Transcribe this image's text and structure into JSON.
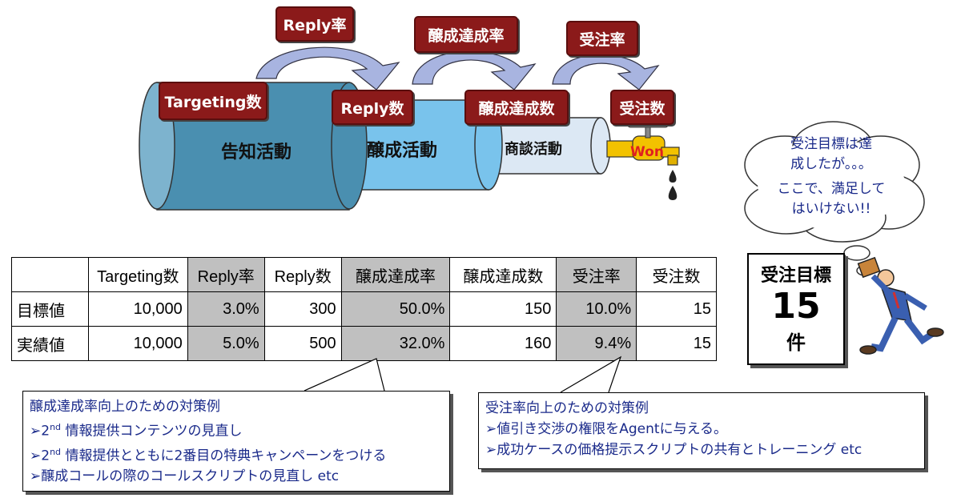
{
  "funnel": {
    "stages": [
      "告知活動",
      "醸成活動",
      "商談活動"
    ],
    "faucet_label": "Won",
    "labels": {
      "targeting_count": "Targeting数",
      "reply_rate": "Reply率",
      "reply_count": "Reply数",
      "nurture_rate": "醸成達成率",
      "nurture_count": "醸成達成数",
      "order_rate": "受注率",
      "order_count": "受注数"
    }
  },
  "thought": {
    "line1": "受注目標は達",
    "line2": "成したが。。。",
    "line3": "ここで、満足して",
    "line4": "はいけない!!"
  },
  "table": {
    "headers": [
      "",
      "Targeting数",
      "Reply率",
      "Reply数",
      "醸成達成率",
      "醸成達成数",
      "受注率",
      "受注数"
    ],
    "rows": [
      {
        "label": "目標値",
        "values": [
          "10,000",
          "3.0%",
          "300",
          "50.0%",
          "150",
          "10.0%",
          "15"
        ]
      },
      {
        "label": "実績値",
        "values": [
          "10,000",
          "5.0%",
          "500",
          "32.0%",
          "160",
          "9.4%",
          "15"
        ]
      }
    ]
  },
  "target_box": {
    "title": "受注目標",
    "value": "15",
    "unit": "件"
  },
  "callout_left": {
    "title": "醸成達成率向上のための対策例",
    "items": [
      {
        "prefix": "2",
        "sup": "nd",
        "text": " 情報提供コンテンツの見直し"
      },
      {
        "prefix": "2",
        "sup": "nd",
        "text": " 情報提供とともに2番目の特典キャンペーンをつける"
      },
      {
        "prefix": "",
        "sup": "",
        "text": "醸成コールの際のコールスクリプトの見直し etc"
      }
    ]
  },
  "callout_right": {
    "title": "受注率向上のための対策例",
    "items": [
      {
        "text": "値引き交渉の権限をAgentに与える。"
      },
      {
        "text": "成功ケースの価格提示スクリプトの共有とトレーニング etc"
      }
    ]
  },
  "colors": {
    "label_box": "#8b1a1a",
    "cylinder_1": "#4a8fb0",
    "cylinder_2": "#79c3ec",
    "cylinder_3": "#dce8f4",
    "arrow": "#a8b4e0",
    "callout_text": "#1a2a8a",
    "shade": "#c0c0c0"
  }
}
